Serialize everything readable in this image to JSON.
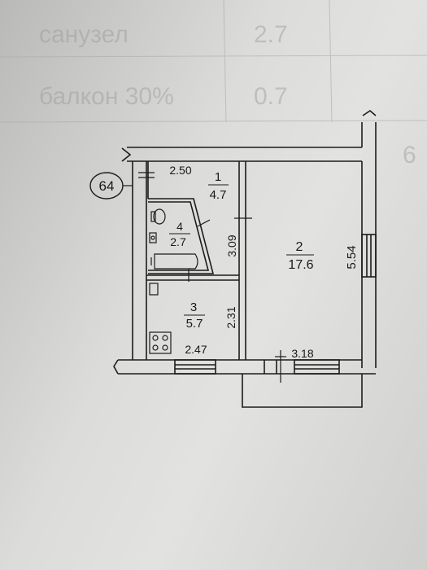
{
  "background_table": {
    "rows": [
      {
        "text": "санузел",
        "value": "2.7"
      },
      {
        "text": "балкон 30%",
        "value": "0.7"
      }
    ],
    "edge_value": "6"
  },
  "plan": {
    "apartment_number": "64",
    "rooms": [
      {
        "number": "1",
        "area": "4.7"
      },
      {
        "number": "2",
        "area": "17.6"
      },
      {
        "number": "3",
        "area": "5.7"
      },
      {
        "number": "4",
        "area": "2.7"
      }
    ],
    "dimensions": {
      "hall_width": "2.50",
      "bath_length": "3.09",
      "kitchen_height": "2.31",
      "kitchen_width": "2.47",
      "room_width": "3.18",
      "room_length": "5.54"
    }
  }
}
